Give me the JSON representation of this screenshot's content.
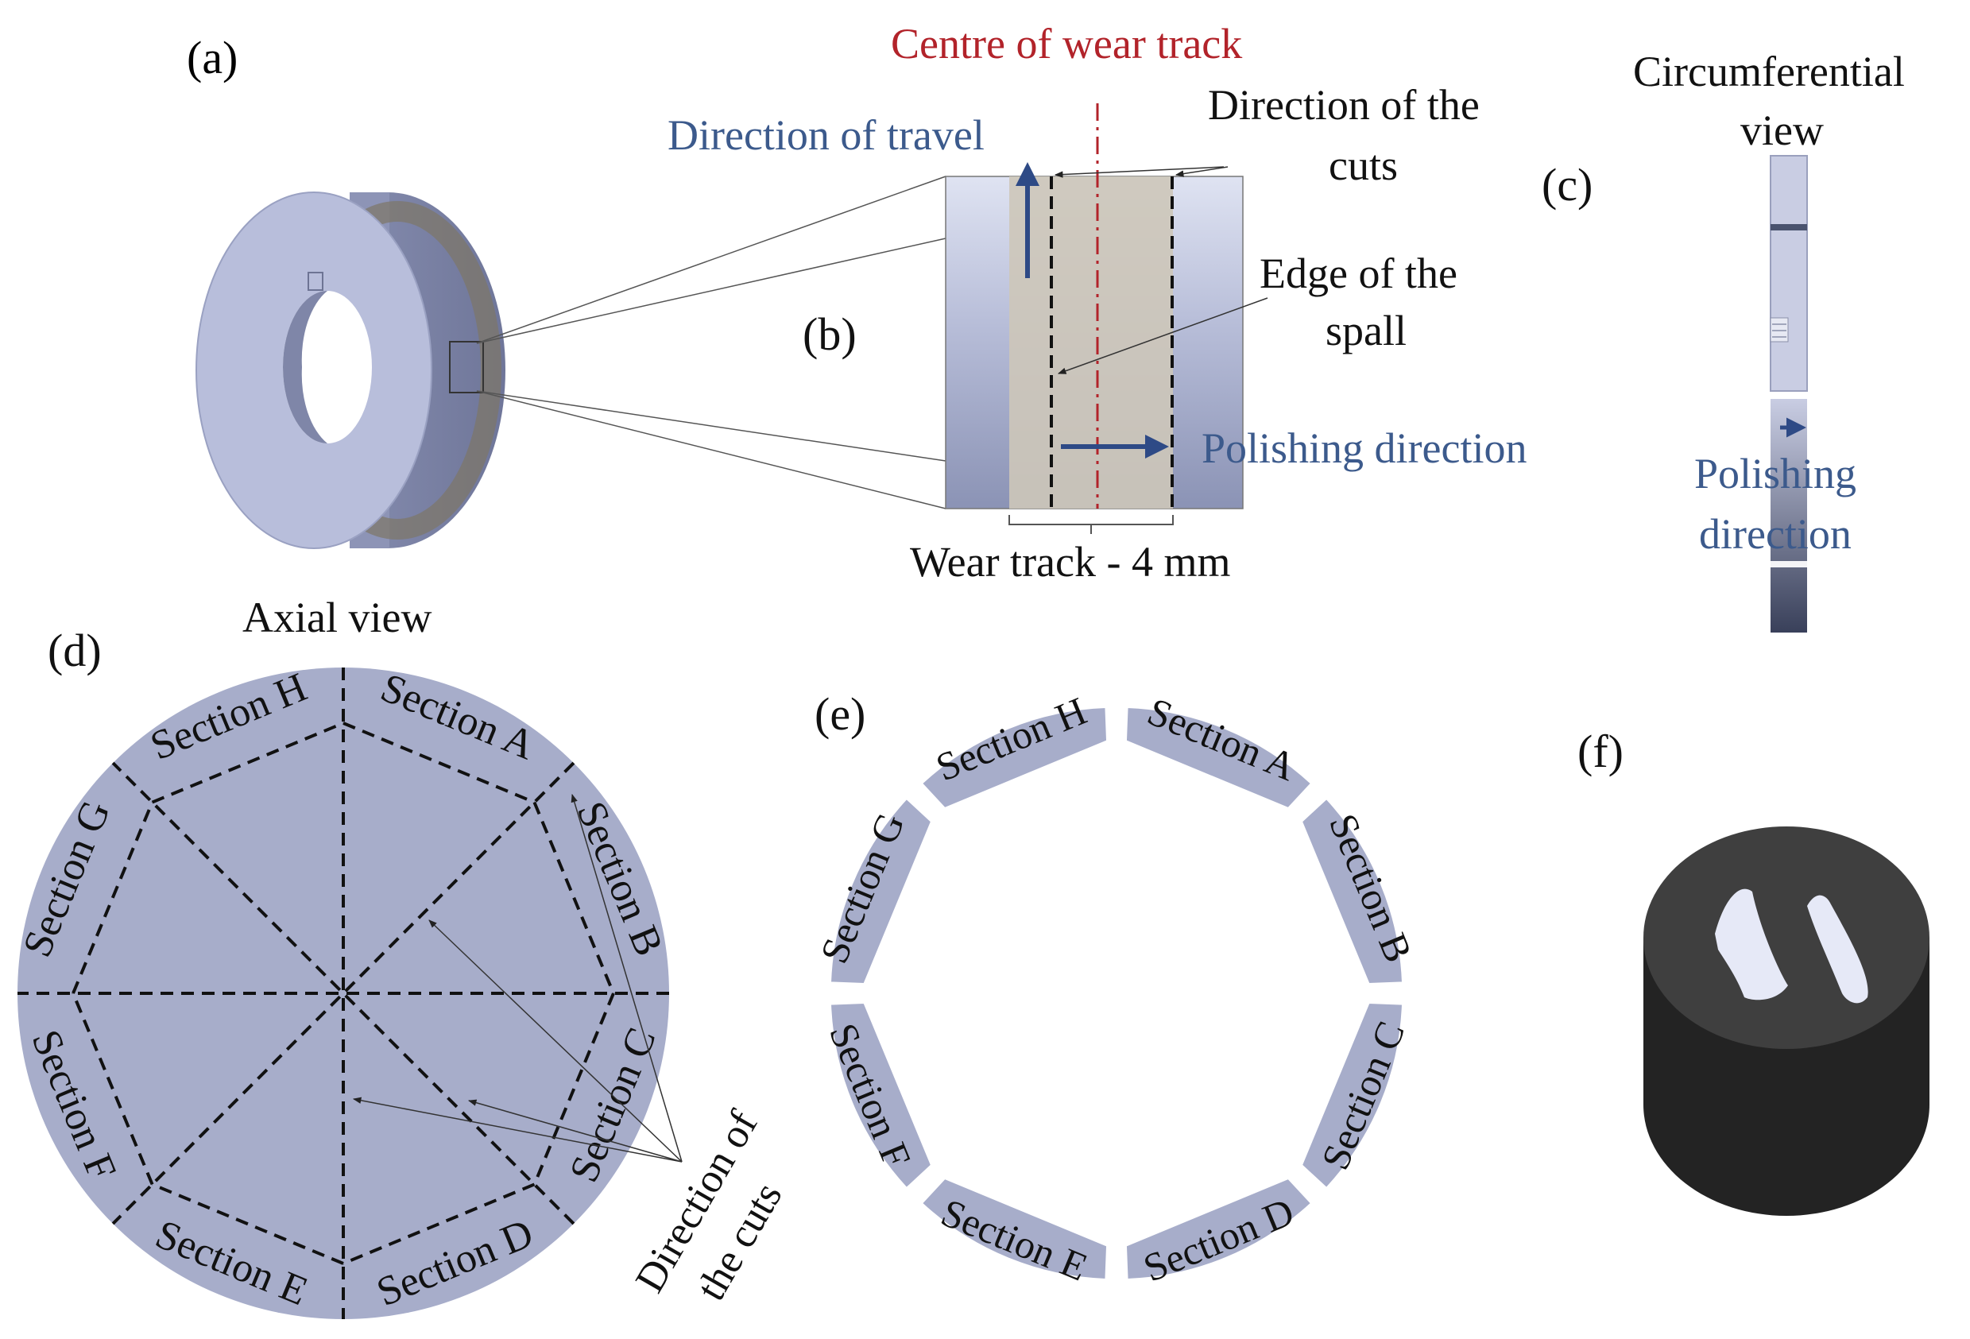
{
  "panels": {
    "a": {
      "label": "(a)"
    },
    "b": {
      "label": "(b)",
      "centre": "Centre of wear track",
      "travel": "Direction of travel",
      "cuts_line1": "Direction of the",
      "cuts_line2": "cuts",
      "edge_line1": "Edge of the",
      "edge_line2": "spall",
      "polishing": "Polishing direction",
      "wear_track": "Wear track - 4 mm"
    },
    "c": {
      "label": "(c)",
      "title_line1": "Circumferential",
      "title_line2": "view",
      "polish_line1": "Polishing",
      "polish_line2": "direction"
    },
    "d": {
      "label": "(d)",
      "title": "Axial view",
      "cuts_line1": "Direction of",
      "cuts_line2": "the cuts",
      "sections": [
        "Section A",
        "Section B",
        "Section C",
        "Section D",
        "Section E",
        "Section F",
        "Section G",
        "Section H"
      ]
    },
    "e": {
      "label": "(e)",
      "sections": [
        "Section A",
        "Section B",
        "Section C",
        "Section D",
        "Section E",
        "Section F",
        "Section G",
        "Section H"
      ]
    },
    "f": {
      "label": "(f)"
    }
  },
  "colors": {
    "steel": "#a9aec9",
    "steel_dark": "#8a92b3",
    "track": "#cbc4b8",
    "red": "#b2232a",
    "blue": "#3c5a8c",
    "mount": "#2b2b2b"
  }
}
